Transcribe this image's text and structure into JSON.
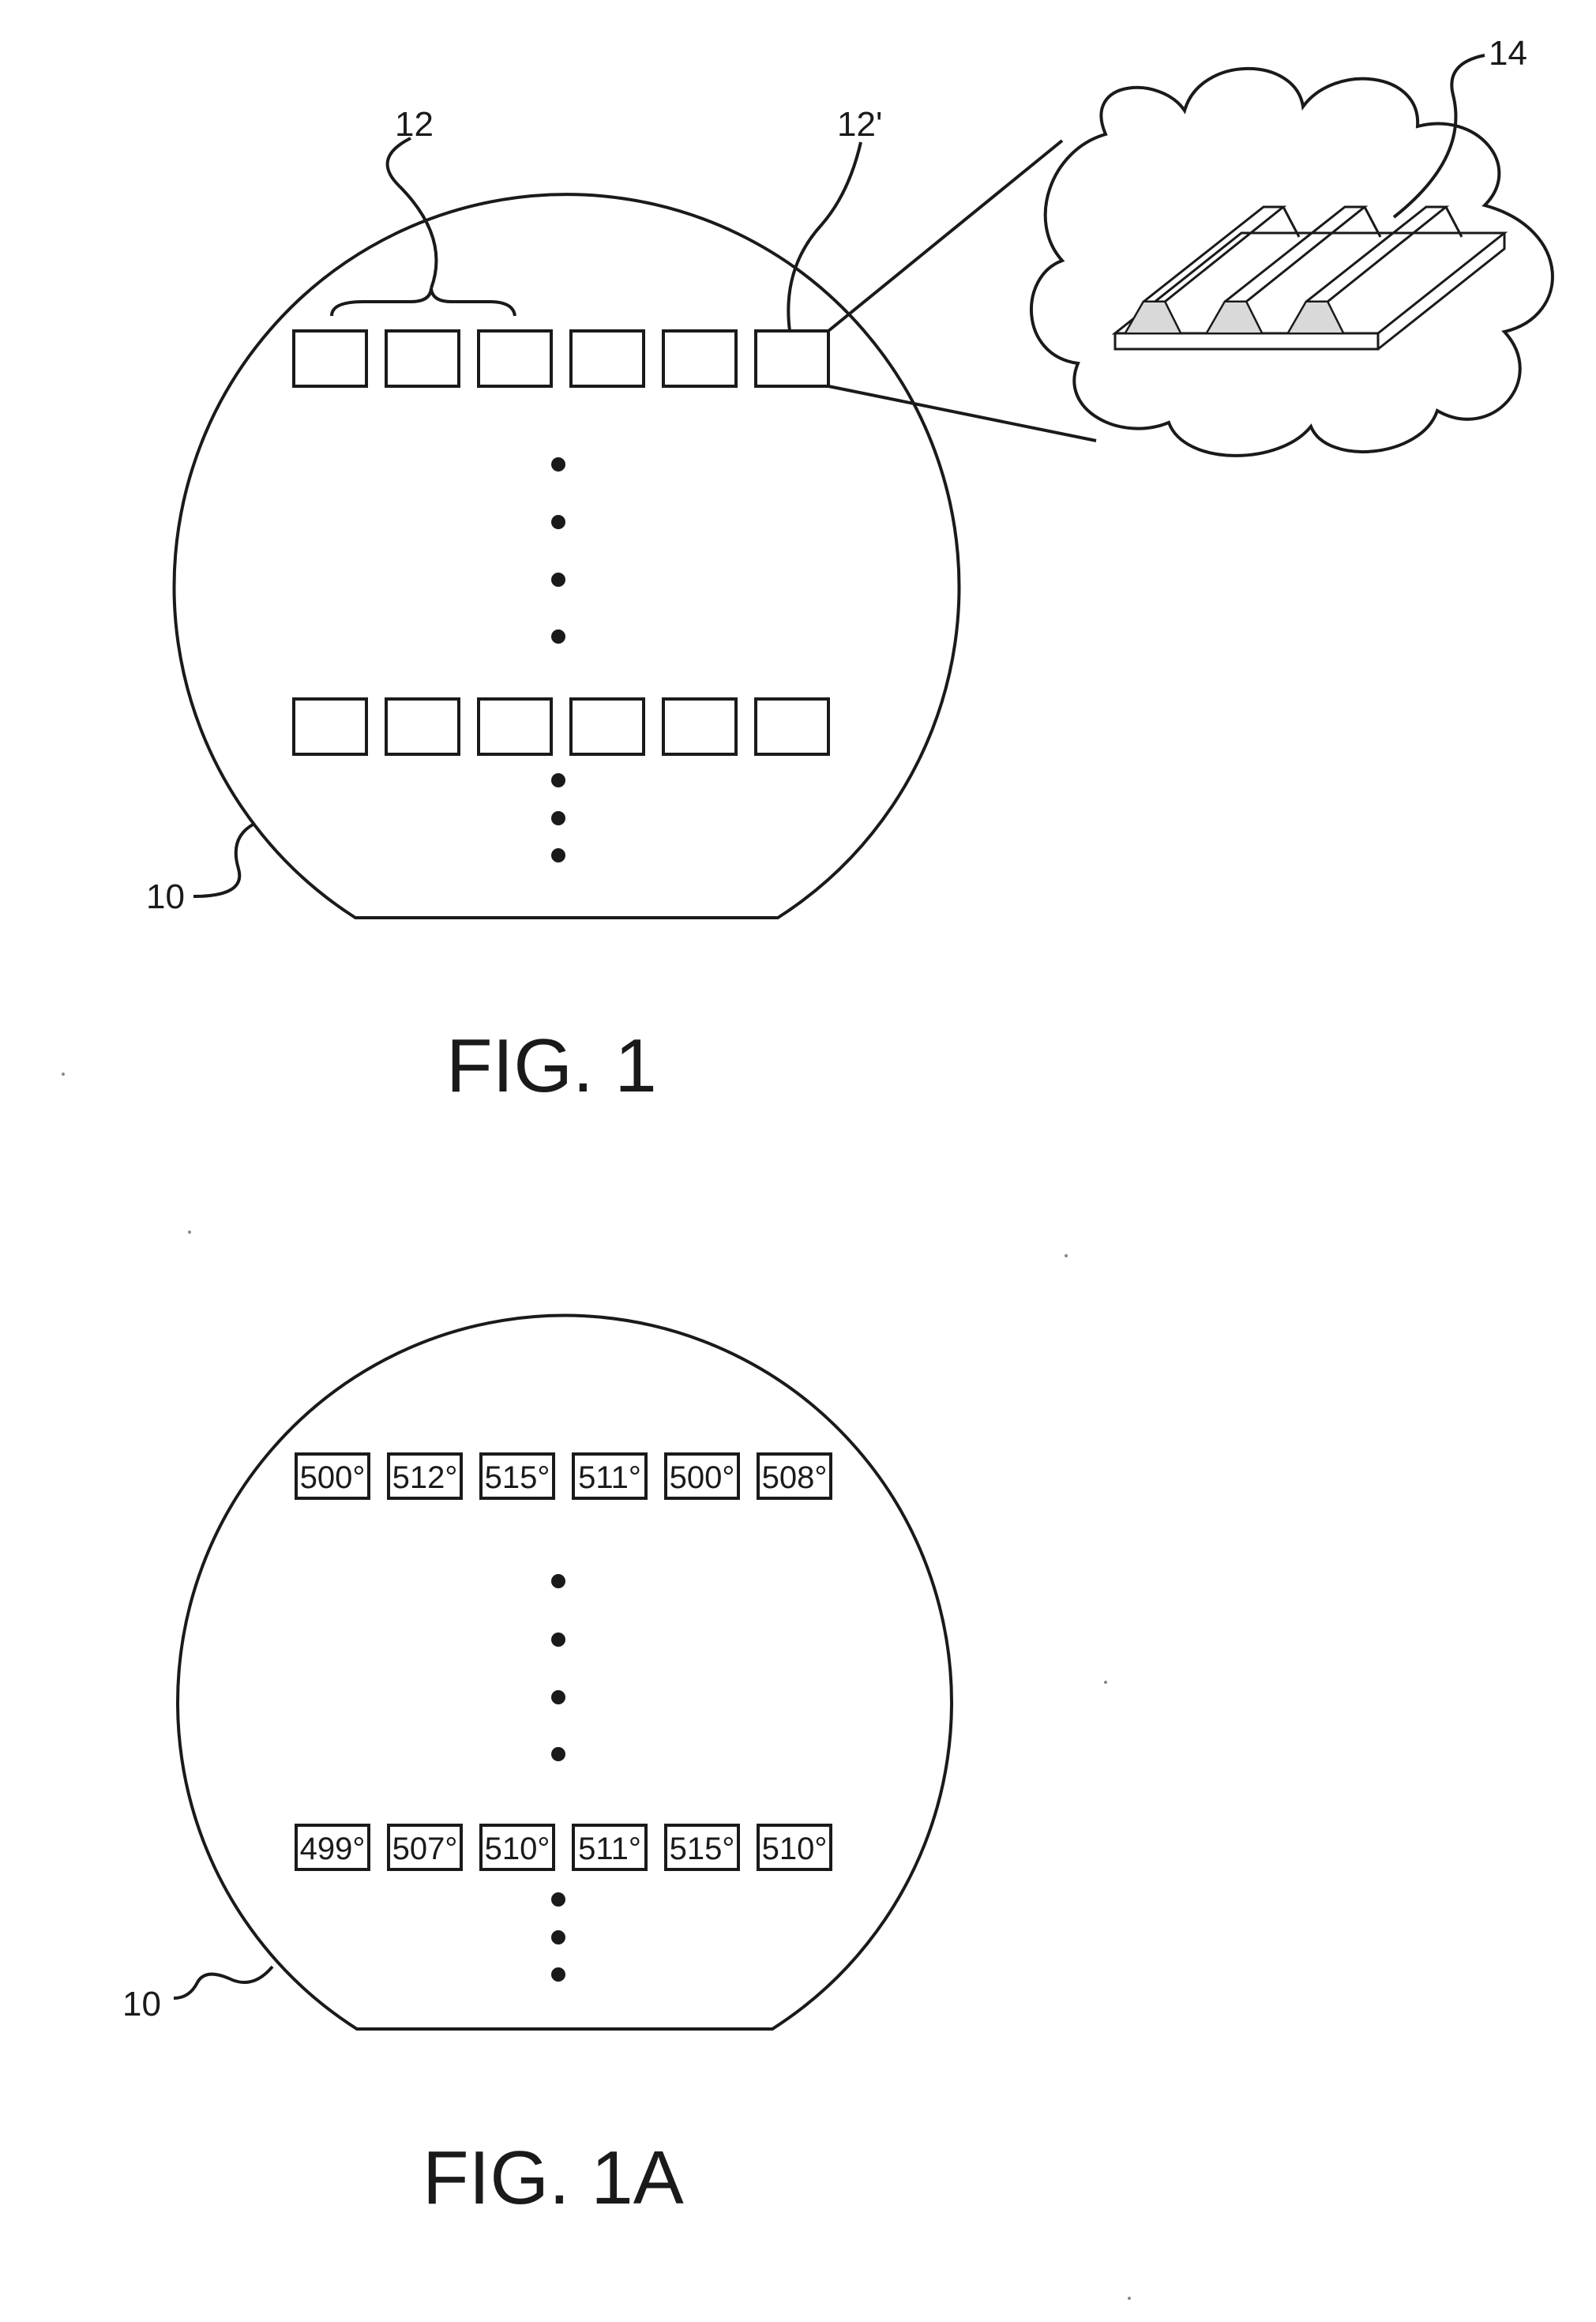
{
  "fig1": {
    "caption": "FIG. 1",
    "labels": {
      "wafer": "10",
      "dies": "12",
      "selected_die": "12'",
      "detail": "14"
    },
    "die_rows": [
      {
        "count": 6
      },
      {
        "count": 6
      }
    ]
  },
  "fig1a": {
    "caption": "FIG. 1A",
    "labels": {
      "wafer": "10"
    },
    "temperature_rows": [
      [
        "500°",
        "512°",
        "515°",
        "511°",
        "500°",
        "508°"
      ],
      [
        "499°",
        "507°",
        "510°",
        "511°",
        "515°",
        "510°"
      ]
    ]
  },
  "colors": {
    "ink": "#1a1a1a",
    "paper": "#ffffff",
    "shade": "#d9d9d9"
  }
}
